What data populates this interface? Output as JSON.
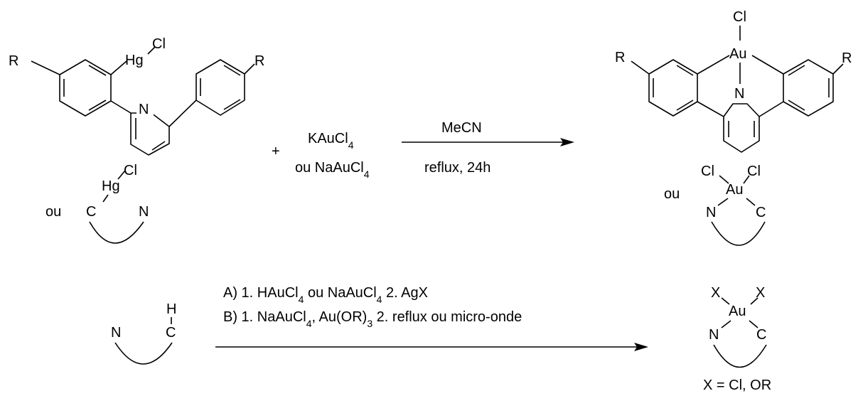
{
  "reaction1": {
    "plus": "+",
    "reagent_line1": "KAuCl",
    "reagent_line2": "ou NaAuCl",
    "subscript": "4",
    "solvent": "MeCN",
    "conditions": "reflux, 24h"
  },
  "mercury_substrate": {
    "substituent": "R",
    "metal": "Hg",
    "chloride": "Cl",
    "nitrogen": "N",
    "alt_connector": "ou",
    "alt_carbon": "C",
    "alt_nitrogen": "N"
  },
  "gold_product": {
    "chloride": "Cl",
    "metal": "Au",
    "nitrogen": "N",
    "substituent": "R",
    "alt_connector": "ou",
    "alt_carbon": "C",
    "alt_nitrogen": "N"
  },
  "reaction2": {
    "route_a_prefix": "A) 1. HAuCl",
    "route_a_mid": " ou NaAuCl",
    "route_a_suffix": "  2. AgX",
    "route_b_prefix": "B) 1. NaAuCl",
    "route_b_mid": ", Au(OR)",
    "route_b_sub": "3",
    "route_b_suffix": "  2. reflux ou micro-onde",
    "subscript": "4",
    "substrate_h": "H",
    "substrate_c": "C",
    "substrate_n": "N",
    "product_x": "X",
    "product_metal": "Au",
    "product_n": "N",
    "product_c": "C",
    "footnote": "X = Cl, OR"
  }
}
